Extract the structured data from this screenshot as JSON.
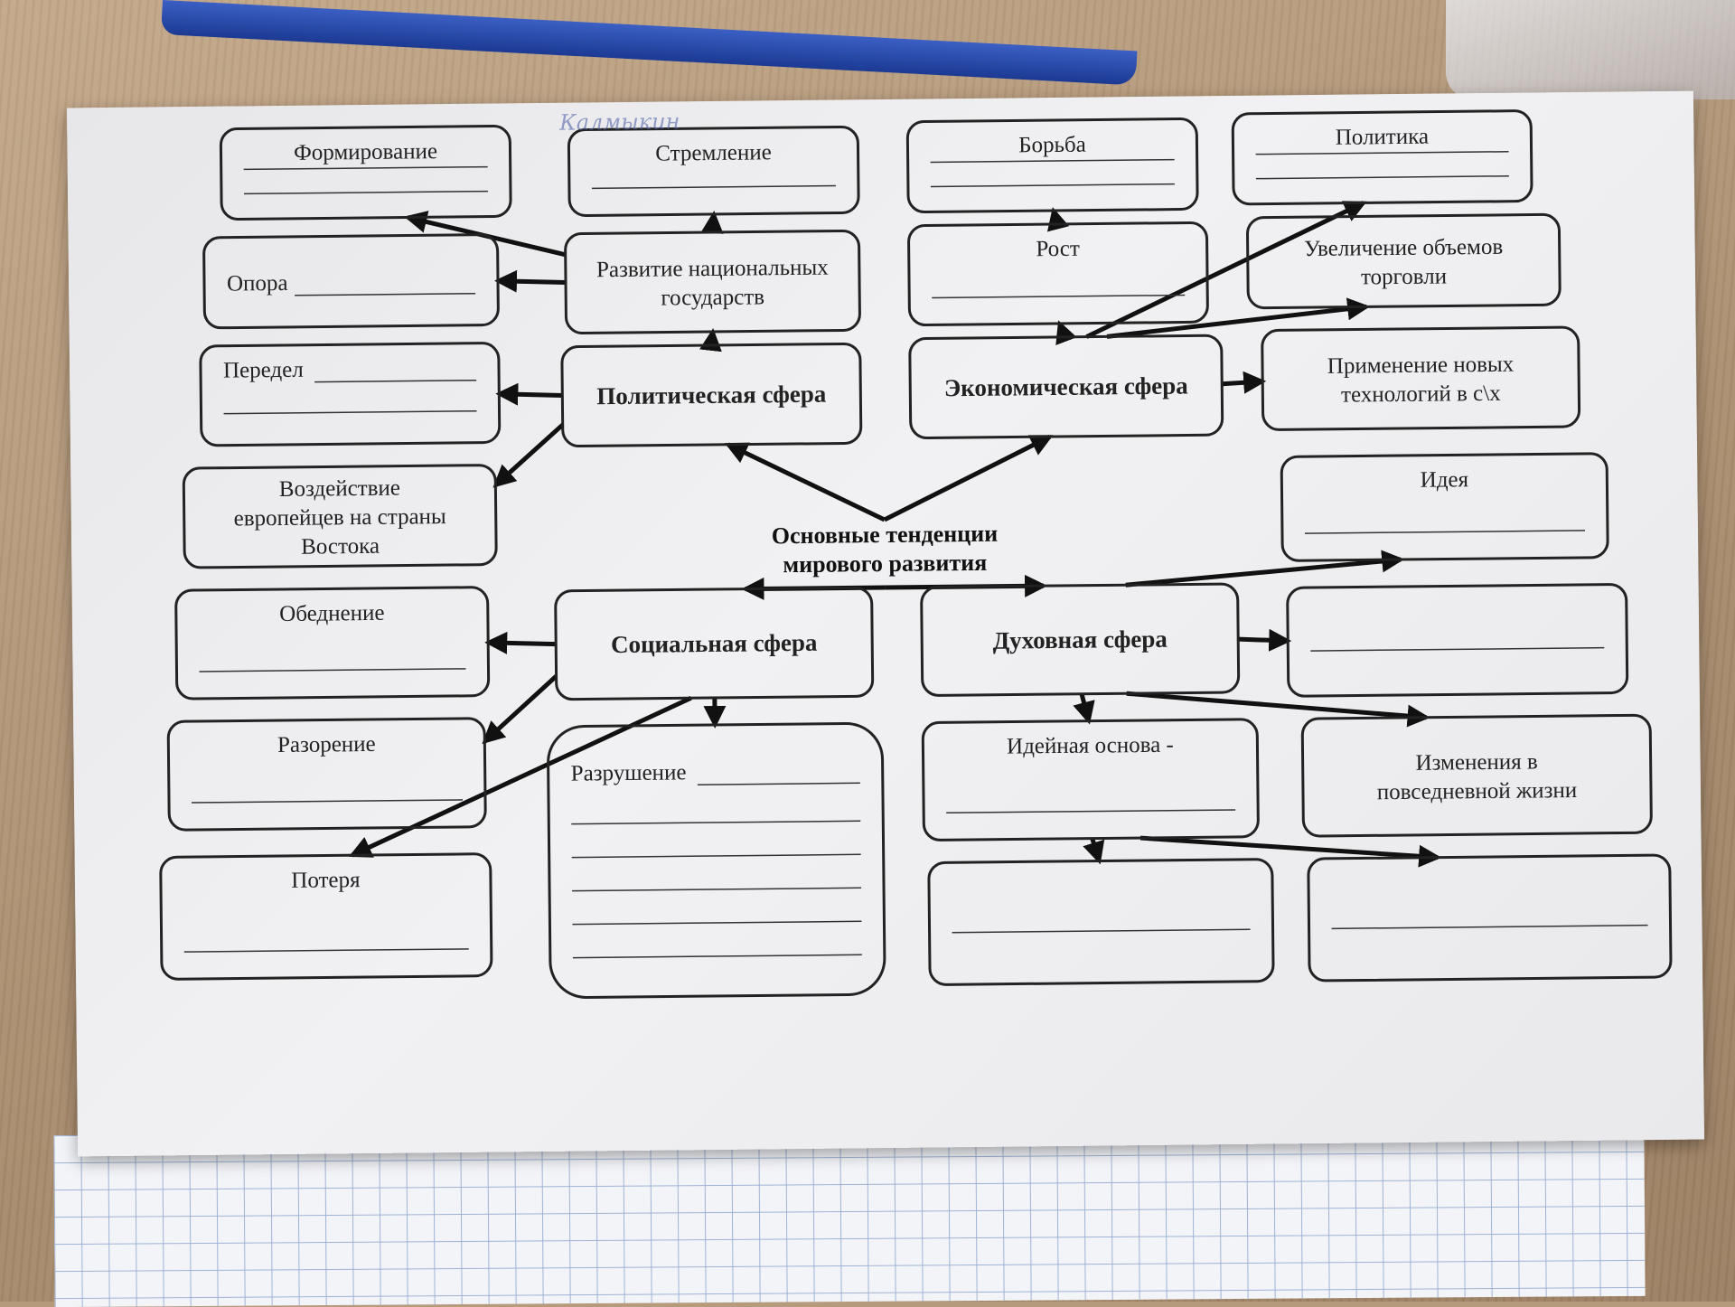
{
  "center": {
    "line1": "Основные тенденции",
    "line2": "мирового развития"
  },
  "handwriting": "Калмыкин",
  "nodes": [
    {
      "id": "formirovanie",
      "lines": [
        "Формирование"
      ],
      "bold": false,
      "blanks": 2
    },
    {
      "id": "stremlenie",
      "lines": [
        "Стремление"
      ],
      "bold": false,
      "blanks": 1
    },
    {
      "id": "borba",
      "lines": [
        "Борьба"
      ],
      "bold": false,
      "blanks": 2
    },
    {
      "id": "politika",
      "lines": [
        "Политика"
      ],
      "bold": false,
      "blanks": 2
    },
    {
      "id": "opora",
      "lines": [
        "Опора"
      ],
      "bold": false,
      "blanks": 1,
      "inline_blank": true
    },
    {
      "id": "razvitie",
      "lines": [
        "Развитие национальных",
        "государств"
      ],
      "bold": false,
      "blanks": 0
    },
    {
      "id": "rost",
      "lines": [
        "Рост"
      ],
      "bold": false,
      "blanks": 1
    },
    {
      "id": "uvelichenie",
      "lines": [
        "Увеличение объемов",
        "торговли"
      ],
      "bold": false,
      "blanks": 0
    },
    {
      "id": "peredel",
      "lines": [
        "Передел"
      ],
      "bold": false,
      "blanks": 2,
      "inline_blank": true
    },
    {
      "id": "polit_sfera",
      "lines": [
        "Политическая сфера"
      ],
      "bold": true,
      "blanks": 0
    },
    {
      "id": "econ_sfera",
      "lines": [
        "Экономическая сфера"
      ],
      "bold": true,
      "blanks": 0
    },
    {
      "id": "primenenie",
      "lines": [
        "Применение новых",
        "технологий в с\\х"
      ],
      "bold": false,
      "blanks": 0
    },
    {
      "id": "vozdeistvie",
      "lines": [
        "Воздействие",
        "европейцев на страны",
        "Востока"
      ],
      "bold": false,
      "blanks": 0
    },
    {
      "id": "ideya",
      "lines": [
        "Идея"
      ],
      "bold": false,
      "blanks": 1
    },
    {
      "id": "obednenie",
      "lines": [
        "Обеднение"
      ],
      "bold": false,
      "blanks": 1
    },
    {
      "id": "soc_sfera",
      "lines": [
        "Социальная сфера"
      ],
      "bold": true,
      "blanks": 0
    },
    {
      "id": "duh_sfera",
      "lines": [
        "Духовная сфера"
      ],
      "bold": true,
      "blanks": 0
    },
    {
      "id": "empty1",
      "lines": [],
      "bold": false,
      "blanks": 1
    },
    {
      "id": "razorenie",
      "lines": [
        "Разорение"
      ],
      "bold": false,
      "blanks": 1
    },
    {
      "id": "razrushenie",
      "lines": [
        "Разрушение"
      ],
      "bold": false,
      "blanks": 6,
      "inline_blank": true
    },
    {
      "id": "ideinaya",
      "lines": [
        "Идейная основа -"
      ],
      "bold": false,
      "blanks": 1
    },
    {
      "id": "izmeneniya",
      "lines": [
        "Изменения в",
        "повседневной жизни"
      ],
      "bold": false,
      "blanks": 0
    },
    {
      "id": "poterya",
      "lines": [
        "Потеря"
      ],
      "bold": false,
      "blanks": 1
    },
    {
      "id": "empty2",
      "lines": [],
      "bold": false,
      "blanks": 1
    },
    {
      "id": "empty3",
      "lines": [],
      "bold": false,
      "blanks": 1
    }
  ],
  "edges": [
    [
      "center",
      "polit_sfera"
    ],
    [
      "center",
      "econ_sfera"
    ],
    [
      "center",
      "soc_sfera"
    ],
    [
      "center",
      "duh_sfera"
    ],
    [
      "polit_sfera",
      "razvitie"
    ],
    [
      "razvitie",
      "stremlenie"
    ],
    [
      "razvitie",
      "formirovanie"
    ],
    [
      "razvitie",
      "opora"
    ],
    [
      "polit_sfera",
      "peredel"
    ],
    [
      "polit_sfera",
      "vozdeistvie"
    ],
    [
      "econ_sfera",
      "rost"
    ],
    [
      "rost",
      "borba"
    ],
    [
      "econ_sfera",
      "politika"
    ],
    [
      "econ_sfera",
      "uvelichenie"
    ],
    [
      "econ_sfera",
      "primenenie"
    ],
    [
      "soc_sfera",
      "obednenie"
    ],
    [
      "soc_sfera",
      "razorenie"
    ],
    [
      "soc_sfera",
      "poterya"
    ],
    [
      "soc_sfera",
      "razrushenie"
    ],
    [
      "duh_sfera",
      "ideya"
    ],
    [
      "duh_sfera",
      "empty1"
    ],
    [
      "duh_sfera",
      "izmeneniya"
    ],
    [
      "duh_sfera",
      "ideinaya"
    ],
    [
      "ideinaya",
      "empty2"
    ],
    [
      "ideinaya",
      "empty3"
    ]
  ]
}
